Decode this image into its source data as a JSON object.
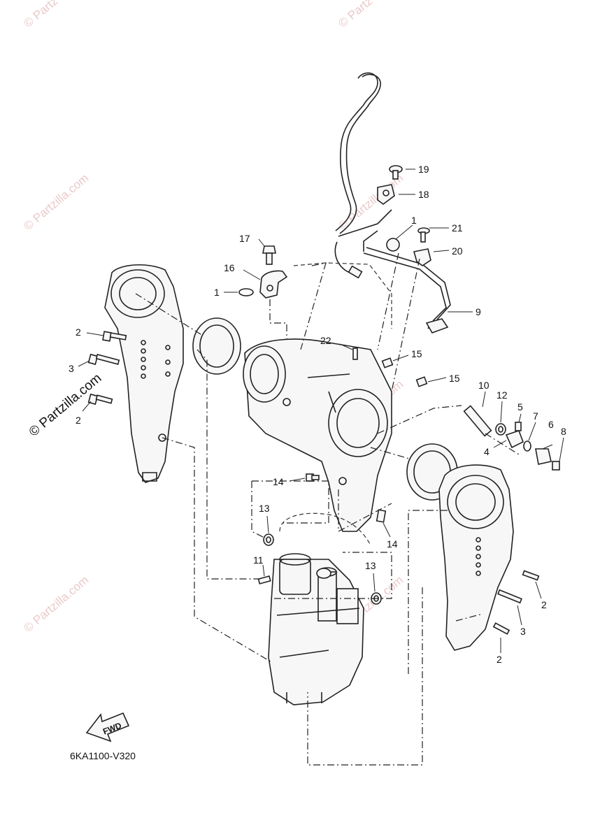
{
  "watermark": {
    "text": "© Partzilla.com",
    "text_short": "© Partz"
  },
  "diagram_code": "6KA1100-V320",
  "fwd_label": "FWD",
  "callouts": {
    "c1a": "1",
    "c1b": "1",
    "c2a": "2",
    "c2b": "2",
    "c2c": "2",
    "c2d": "2",
    "c3a": "3",
    "c3b": "3",
    "c4": "4",
    "c5": "5",
    "c6": "6",
    "c7": "7",
    "c8": "8",
    "c9": "9",
    "c10": "10",
    "c11": "11",
    "c12": "12",
    "c13a": "13",
    "c13b": "13",
    "c14a": "14",
    "c14b": "14",
    "c15a": "15",
    "c15b": "15",
    "c16": "16",
    "c17": "17",
    "c18": "18",
    "c19": "19",
    "c20": "20",
    "c21": "21",
    "c22": "22"
  }
}
